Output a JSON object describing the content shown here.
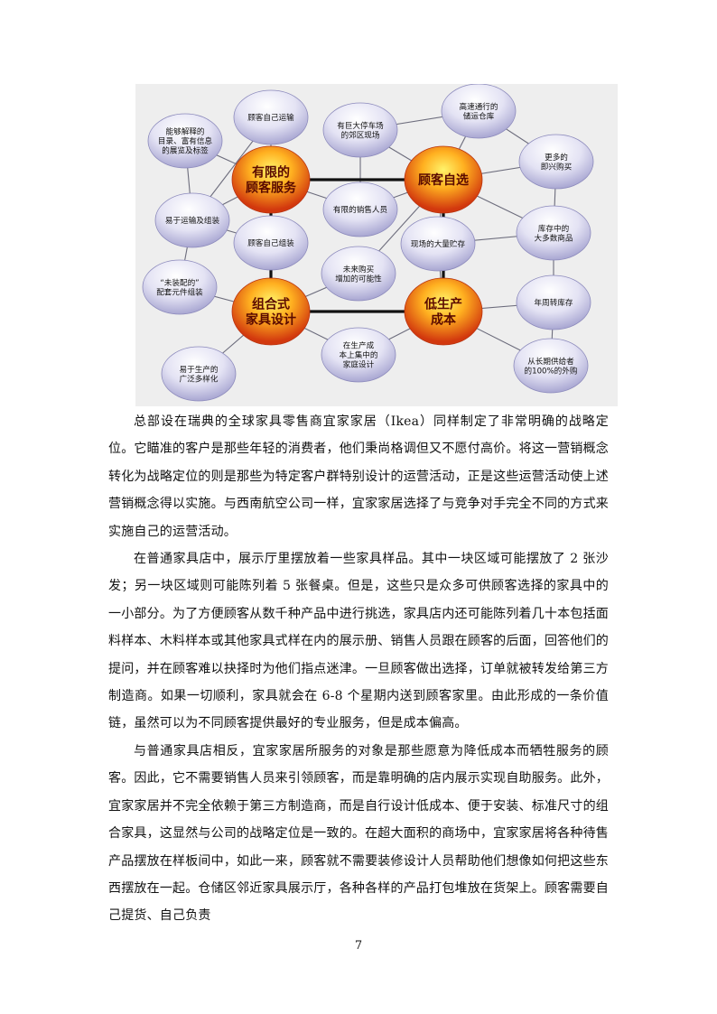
{
  "diagram": {
    "hubs": [
      {
        "id": "service",
        "lines": [
          "有限的",
          "顾客服务"
        ]
      },
      {
        "id": "self_select",
        "lines": [
          "顾客自选"
        ]
      },
      {
        "id": "modular",
        "lines": [
          "组合式",
          "家具设计"
        ]
      },
      {
        "id": "low_cost",
        "lines": [
          "低生产",
          "成本"
        ]
      }
    ],
    "nodes": [
      {
        "id": "catalog",
        "lines": [
          "能够解释的",
          "目录、富有信息",
          "的展览及标签"
        ]
      },
      {
        "id": "self_transport",
        "lines": [
          "顾客自己运输"
        ]
      },
      {
        "id": "suburb",
        "lines": [
          "有巨大停车场",
          "的郊区现场"
        ]
      },
      {
        "id": "highway",
        "lines": [
          "高速通行的",
          "储运仓库"
        ]
      },
      {
        "id": "impulse",
        "lines": [
          "更多的",
          "即兴购买"
        ]
      },
      {
        "id": "transport_assemble",
        "lines": [
          "易于运输及组装"
        ]
      },
      {
        "id": "limited_staff",
        "lines": [
          "有限的销售人员"
        ]
      },
      {
        "id": "self_assemble",
        "lines": [
          "顾客自己组装"
        ]
      },
      {
        "id": "onsite_stock",
        "lines": [
          "现场的大量贮存"
        ]
      },
      {
        "id": "inventory",
        "lines": [
          "库存中的",
          "大多数商品"
        ]
      },
      {
        "id": "unassembled",
        "lines": [
          "“未装配的”",
          "配套元件组装"
        ]
      },
      {
        "id": "future_buy",
        "lines": [
          "未来购买",
          "增加的可能性"
        ]
      },
      {
        "id": "turnover",
        "lines": [
          "年周转库存"
        ]
      },
      {
        "id": "variety",
        "lines": [
          "易于生产的",
          "广泛多样化"
        ]
      },
      {
        "id": "home_design",
        "lines": [
          "在生产成",
          "本上集中的",
          "家庭设计"
        ]
      },
      {
        "id": "longterm",
        "lines": [
          "从长期供给者",
          "的100%的外购"
        ]
      }
    ]
  },
  "paragraphs": [
    "总部设在瑞典的全球家具零售商宜家家居（Ikea）同样制定了非常明确的战略定位。它瞄准的客户是那些年轻的消费者，他们秉尚格调但又不愿付高价。将这一营销概念转化为战略定位的则是那些为特定客户群特别设计的运营活动，正是这些运营活动使上述营销概念得以实施。与西南航空公司一样，宜家家居选择了与竞争对手完全不同的方式来实施自己的运营活动。",
    "在普通家具店中，展示厅里摆放着一些家具样品。其中一块区域可能摆放了 2 张沙发；另一块区域则可能陈列着 5 张餐桌。但是，这些只是众多可供顾客选择的家具中的一小部分。为了方便顾客从数千种产品中进行挑选，家具店内还可能陈列着几十本包括面料样本、木料样本或其他家具式样在内的展示册、销售人员跟在顾客的后面，回答他们的提问，并在顾客难以抉择时为他们指点迷津。一旦顾客做出选择，订单就被转发给第三方制造商。如果一切顺利，家具就会在 6-8 个星期内送到顾客家里。由此形成的一条价值链，虽然可以为不同顾客提供最好的专业服务，但是成本偏高。",
    "与普通家具店相反，宜家家居所服务的对象是那些愿意为降低成本而牺牲服务的顾客。因此，它不需要销售人员来引领顾客，而是靠明确的店内展示实现自助服务。此外，宜家家居并不完全依赖于第三方制造商，而是自行设计低成本、便于安装、标准尺寸的组合家具，这显然与公司的战略定位是一致的。在超大面积的商场中，宜家家居将各种待售产品摆放在样板间中，如此一来，顾客就不需要装修设计人员帮助他们想像如何把这些东西摆放在一起。仓储区邻近家具展示厅，各种各样的产品打包堆放在货架上。顾客需要自己提货、自己负责"
  ],
  "page_number": "7"
}
